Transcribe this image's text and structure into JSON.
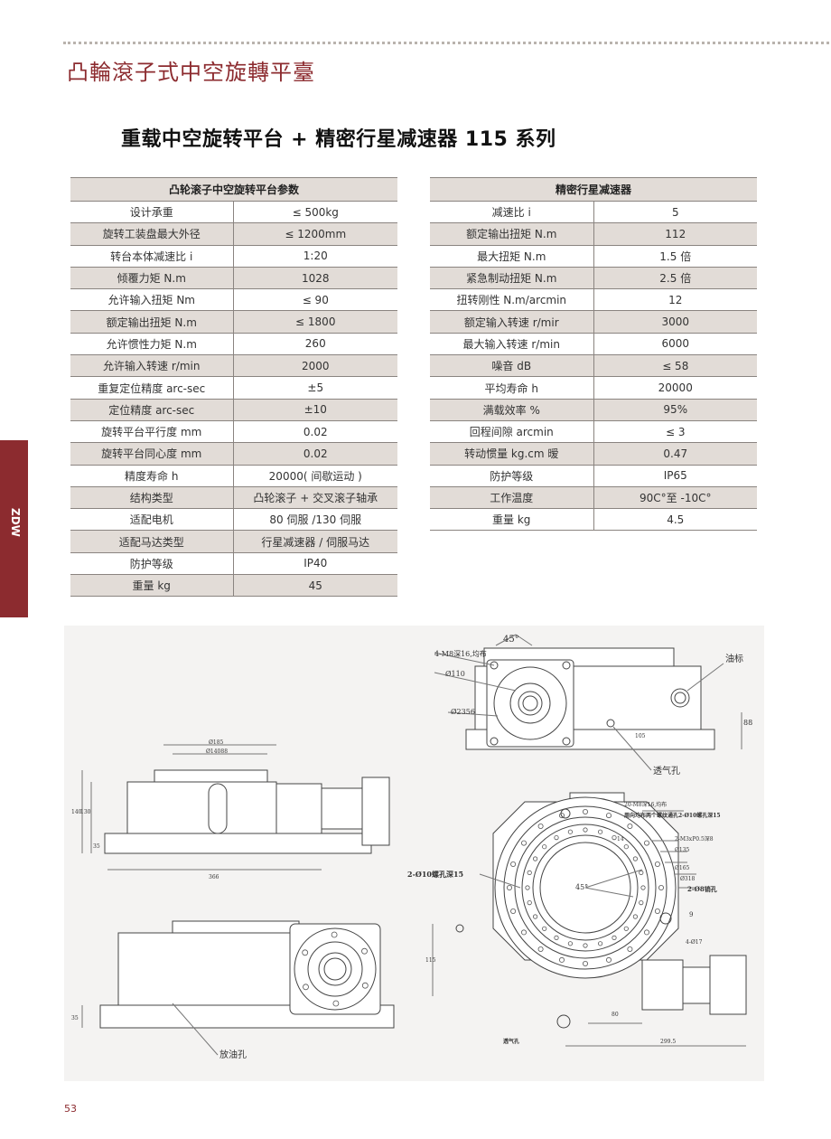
{
  "header": {
    "section_title": "凸輪滾子式中空旋轉平臺",
    "product_title": "重载中空旋转平台 + 精密行星减速器 115 系列"
  },
  "side_tab": {
    "label": "ZDW"
  },
  "left_table": {
    "header": "凸轮滚子中空旋转平台参数",
    "rows": [
      [
        "设计承重",
        "≤ 500kg"
      ],
      [
        "旋转工装盘最大外径",
        "≤ 1200mm"
      ],
      [
        "转台本体减速比 i",
        "1:20"
      ],
      [
        "倾覆力矩 N.m",
        "1028"
      ],
      [
        "允许输入扭矩 Nm",
        "≤ 90"
      ],
      [
        "额定输出扭矩 N.m",
        "≤ 1800"
      ],
      [
        "允许惯性力矩 N.m",
        "260"
      ],
      [
        "允许输入转速 r/min",
        "2000"
      ],
      [
        "重复定位精度 arc-sec",
        "±5"
      ],
      [
        "定位精度 arc-sec",
        "±10"
      ],
      [
        "旋转平台平行度 mm",
        "0.02"
      ],
      [
        "旋转平台同心度 mm",
        "0.02"
      ],
      [
        "精度寿命 h",
        "20000( 间歇运动 )"
      ],
      [
        "结构类型",
        "凸轮滚子 + 交叉滚子轴承"
      ],
      [
        "适配电机",
        "80 伺服 /130 伺服"
      ],
      [
        "适配马达类型",
        "行星减速器 / 伺服马达"
      ],
      [
        "防护等级",
        "IP40"
      ],
      [
        "重量 kg",
        "45"
      ]
    ]
  },
  "right_table": {
    "header": "精密行星减速器",
    "rows": [
      [
        "减速比 i",
        "5"
      ],
      [
        "额定输出扭矩 N.m",
        "112"
      ],
      [
        "最大扭矩 N.m",
        "1.5 倍"
      ],
      [
        "紧急制动扭矩 N.m",
        "2.5 倍"
      ],
      [
        "扭转刚性 N.m/arcmin",
        "12"
      ],
      [
        "额定输入转速 r/mir",
        "3000"
      ],
      [
        "最大输入转速 r/min",
        "6000"
      ],
      [
        "噪音 dB",
        "≤ 58"
      ],
      [
        "平均寿命 h",
        "20000"
      ],
      [
        "满载效率 %",
        "95%"
      ],
      [
        "回程间隙 arcmin",
        "≤ 3"
      ],
      [
        "转动惯量 kg.cm 暧",
        "0.47"
      ],
      [
        "防护等级",
        "IP65"
      ],
      [
        "工作温度",
        "90C°至 -10C°"
      ],
      [
        "重量 kg",
        "4.5"
      ]
    ]
  },
  "drawing": {
    "labels": {
      "top_m8": "4-M8深16,均布",
      "dia110": "Ø110",
      "dia2356": "Ø2356",
      "angle45_top": "45°",
      "oil_mark": "油标",
      "dim88": "88",
      "dim105": "105",
      "vent": "透气孔",
      "side_185": "Ø185",
      "side_14088": "Ø14088",
      "side_140": "140",
      "side_130": "130",
      "side_35": "35",
      "side_366": "366",
      "front_35": "35",
      "drain": "放油孔",
      "plan_m8": "20-M8深16,均布",
      "plan_holes": "周向均布两个螺纹通孔2-Ø10螺孔深15",
      "plan_14": "14",
      "plan_m3": "2-M3xP0.5深8",
      "plan_135": "Ø135",
      "plan_165": "Ø165",
      "plan_318": "Ø318",
      "plan_pin": "2-Ø8销孔",
      "plan_9": "9",
      "plan_holes_left": "2-Ø10螺孔深15",
      "angle45_plan": "45°",
      "plan_417": "4-Ø17",
      "plan_115": "115",
      "plan_80": "80",
      "plan_2995": "299.5",
      "plan_vent": "透气孔"
    }
  },
  "footer": {
    "page_number": "53"
  }
}
